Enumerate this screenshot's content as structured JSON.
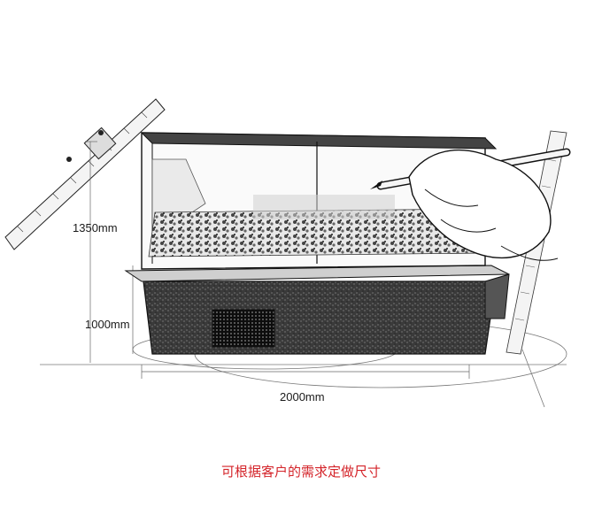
{
  "dimensions": {
    "height_top": "1350mm",
    "height_base": "1000mm",
    "width": "2000mm"
  },
  "caption": "可根据客户的需求定做尺寸",
  "colors": {
    "caption": "#d4242a",
    "sketch_line": "#1a1a1a",
    "base_fill": "#2e2e2e"
  },
  "icons": {
    "ruler_left": "ruler-icon",
    "hand": "hand-pencil-icon"
  }
}
